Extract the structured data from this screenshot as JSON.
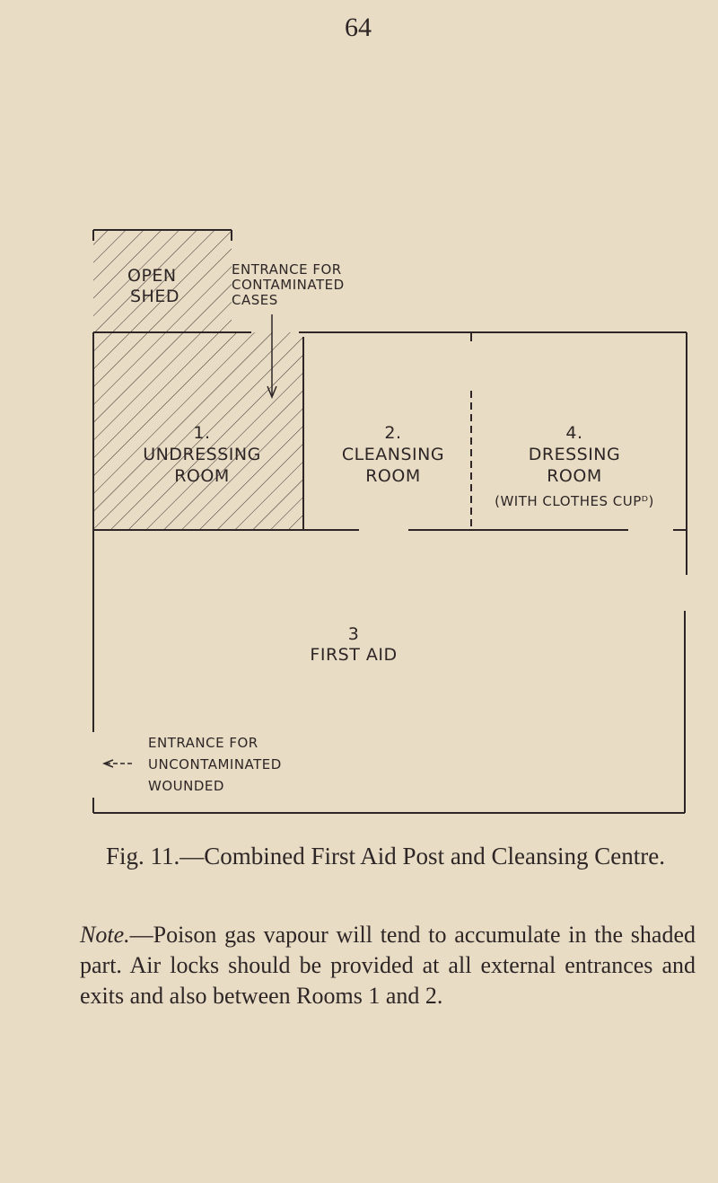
{
  "page_number": "64",
  "diagram": {
    "shed": {
      "line1": "OPEN",
      "line2": "SHED"
    },
    "entrance_contaminated": {
      "line1": "ENTRANCE FOR",
      "line2": "CONTAMINATED",
      "line3": "CASES"
    },
    "room1": {
      "number": "1.",
      "line1": "UNDRESSING",
      "line2": "ROOM"
    },
    "room2": {
      "number": "2.",
      "line1": "CLEANSING",
      "line2": "ROOM"
    },
    "room4": {
      "number": "4.",
      "line1": "DRESSING",
      "line2": "ROOM",
      "line3": "(WITH CLOTHES CUPᴰ)"
    },
    "room3": {
      "number": "3",
      "line1": "FIRST AID"
    },
    "entrance_uncontaminated": {
      "line1": "ENTRANCE FOR",
      "line2": "UNCONTAMINATED",
      "line3": "WOUNDED"
    }
  },
  "caption": "Fig. 11.—Combined First Aid Post and Cleansing Centre.",
  "note": {
    "label": "Note.",
    "text": "—Poison gas vapour will tend to accumulate in the shaded part. Air locks should be provided at all external entrances and exits and also between Rooms 1 and 2."
  }
}
